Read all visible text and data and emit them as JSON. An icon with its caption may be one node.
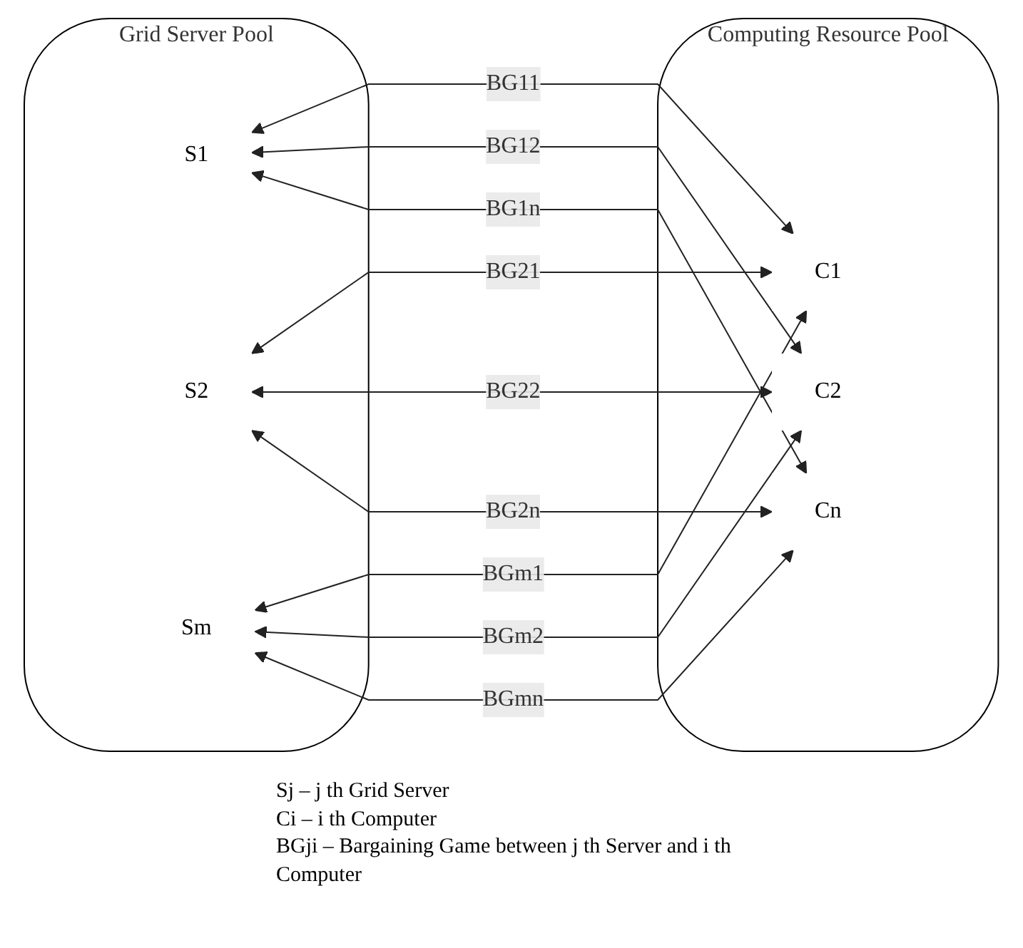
{
  "diagram": {
    "nodes": [
      {
        "text": [
          "Grid Server Pool"
        ]
      },
      {
        "text": [
          "S1"
        ],
        "in": 0
      },
      {
        "text": [
          "S2"
        ],
        "in": 0
      },
      {
        "text": [
          "Sm"
        ],
        "in": 0
      },
      {
        "text": [
          "Computing Resource Pool"
        ]
      },
      {
        "text": [
          "C1"
        ],
        "in": 4
      },
      {
        "text": [
          "C2"
        ],
        "in": 4
      },
      {
        "text": [
          "Cn"
        ],
        "in": 4
      }
    ],
    "edges": [
      {
        "from": 1,
        "to": 5,
        "arrow": "both",
        "label": "BG11"
      },
      {
        "from": 1,
        "to": 6,
        "arrow": "both",
        "label": "BG12"
      },
      {
        "from": 2,
        "to": 5,
        "arrow": "both",
        "label": "BG21"
      },
      {
        "from": 2,
        "to": 6,
        "arrow": "both",
        "label": "BG22"
      },
      {
        "from": 2,
        "to": 7,
        "arrow": "both",
        "label": "BG2n"
      },
      {
        "from": 1,
        "to": 7,
        "arrow": "both",
        "label": "BG1n"
      },
      {
        "from": 3,
        "to": 5,
        "arrow": "both",
        "label": "BGm1"
      },
      {
        "from": 3,
        "to": 6,
        "arrow": "both",
        "label": "BGm2"
      },
      {
        "from": 3,
        "to": 7,
        "arrow": "both",
        "label": "BGmn"
      }
    ],
    "labels": [
      "Sj – j th Grid Server",
      "Ci – i th Computer",
      "BGji – Bargaining Game between j th Server and i th Computer"
    ]
  }
}
